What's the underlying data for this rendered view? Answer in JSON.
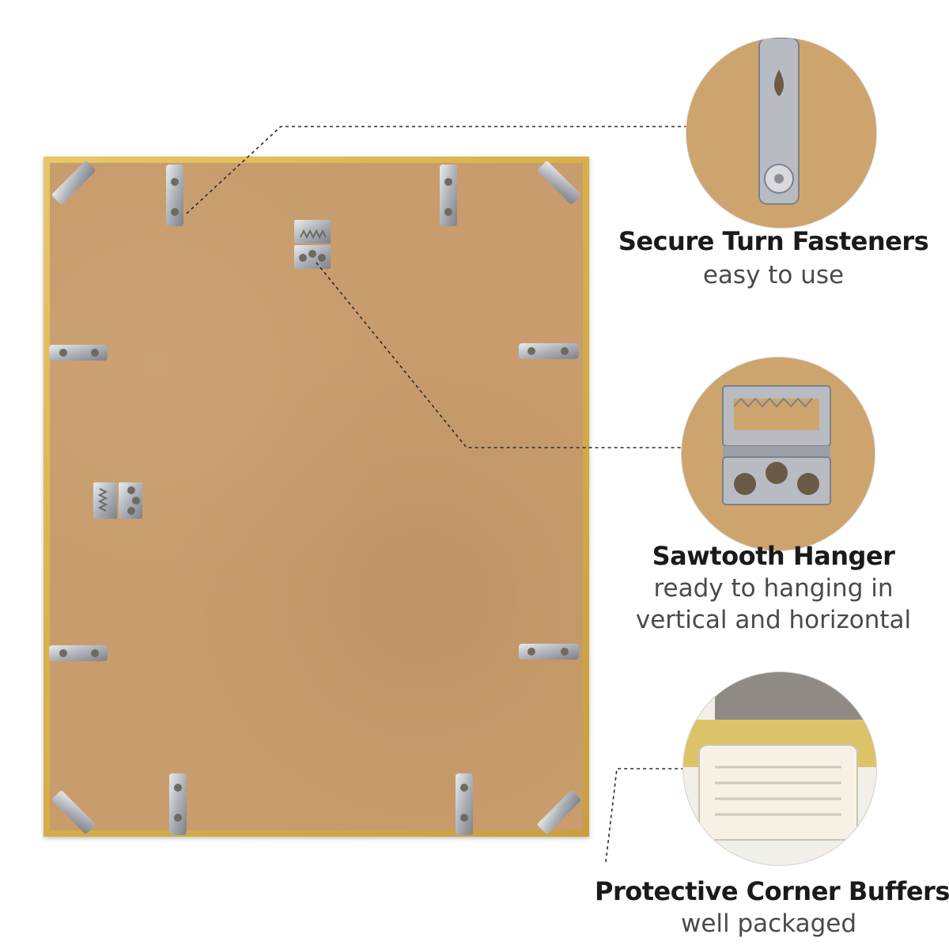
{
  "features": [
    {
      "title": "Secure Turn Fasteners",
      "subtitle": "easy to use"
    },
    {
      "title": "Sawtooth Hanger",
      "subtitle_line1": "ready to hanging in",
      "subtitle_line2": "vertical and horizontal"
    },
    {
      "title": "Protective Corner Buffers",
      "subtitle": "well packaged"
    }
  ],
  "colors": {
    "frame_gold": "#d9b24c",
    "backing_kraft": "#c89c6c",
    "metal": "#b9bcc2",
    "leader_line": "#2a2a2a"
  },
  "icons": [
    "turn-fastener-icon",
    "sawtooth-hanger-icon",
    "corner-buffer-icon"
  ]
}
